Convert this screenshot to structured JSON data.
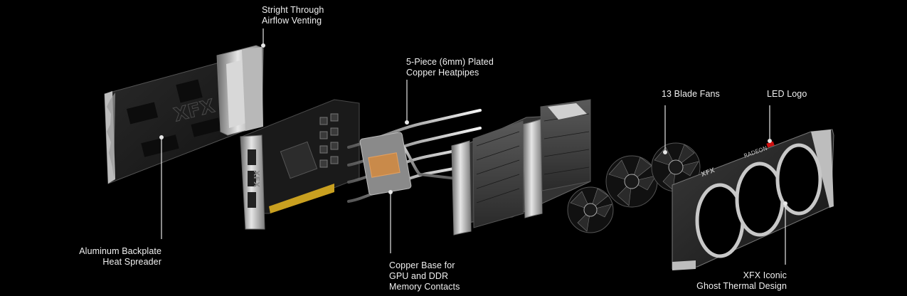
{
  "labels": {
    "airflow": "Stright Through\nAirflow Venting",
    "heatpipes": "5-Piece (6mm) Plated\nCopper Heatpipes",
    "fans": "13 Blade Fans",
    "led": "LED Logo",
    "backplate": "Aluminum Backplate\nHeat Spreader",
    "copper_base": "Copper Base for\nGPU and DDR\nMemory Contacts",
    "shroud": "XFX Iconic\nGhost Thermal Design"
  },
  "logos": {
    "backplate_logo": "XFX",
    "pcb_logo": "XFX",
    "shroud_logo": "XFX",
    "shroud_brand": "RADEON"
  },
  "colors": {
    "background": "#000000",
    "text": "#f0f0f0",
    "led_red": "#d01010"
  }
}
